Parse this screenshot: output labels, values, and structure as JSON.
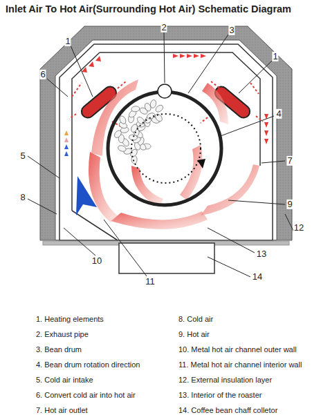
{
  "diagram": {
    "title": "Inlet Air To Hot Air(Surrounding Hot Air) Schematic Diagram",
    "labels": [
      "1",
      "2",
      "3",
      "1",
      "4",
      "6",
      "7",
      "5",
      "8",
      "9",
      "12",
      "13",
      "10",
      "11",
      "14",
      "1. Heating elements",
      "2. Exhaust pipe",
      "3. Bean drum",
      "4. Bean drum rotation direction",
      "5. Cold air intake",
      "6. Convert cold air into hot air",
      "7. Hot air outlet",
      "8. Cold air",
      "9. Hot air",
      "10. Metal hot air channel outer wall",
      "11. Metal hot air channel interior wall",
      "12. External insulation layer",
      "13. Interior of the roaster",
      "14. Coffee bean chaff colletor"
    ]
  }
}
